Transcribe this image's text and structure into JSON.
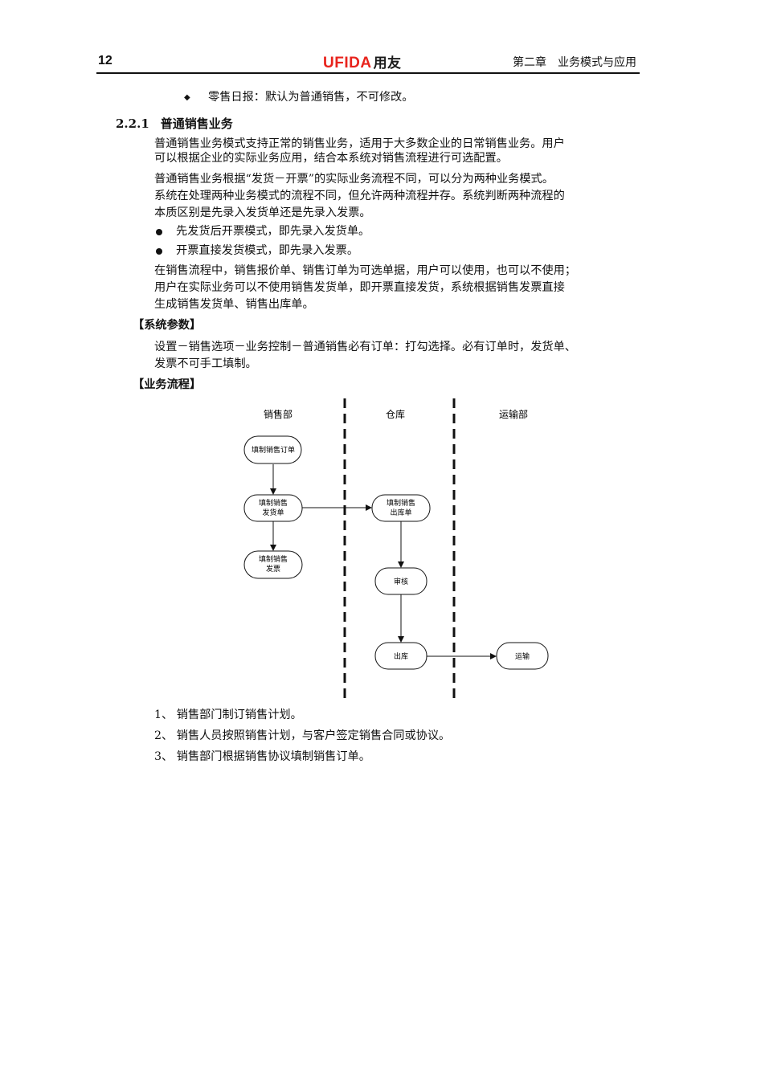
{
  "header": {
    "page_number": "12",
    "logo_latin": "UFIDA",
    "logo_cn": "用友",
    "chapter": "第二章　业务模式与应用"
  },
  "top_bullet": "零售日报：默认为普通销售，不可修改。",
  "section": {
    "number": "2.2.1",
    "title": "普通销售业务"
  },
  "paragraph_lines": [
    "普通销售业务模式支持正常的销售业务，适用于大多数企业的日常销售业务。用户",
    "可以根据企业的实际业务应用，结合本系统对销售流程进行可选配置。",
    "普通销售业务根据“发货－开票”的实际业务流程不同，可以分为两种业务模式。",
    "系统在处理两种业务模式的流程不同，但允许两种流程并存。系统判断两种流程的",
    "本质区别是先录入发货单还是先录入发票。"
  ],
  "mode_bullets": [
    "先发货后开票模式，即先录入发货单。",
    "开票直接发货模式，即先录入发票。"
  ],
  "paragraph2_lines": [
    "在销售流程中，销售报价单、销售订单为可选单据，用户可以使用，也可以不使用；",
    "用户在实际业务可以不使用销售发货单，即开票直接发货，系统根据销售发票直接",
    "生成销售发货单、销售出库单。"
  ],
  "system_params": {
    "label": "【系统参数】",
    "lines": [
      "设置－销售选项－业务控制－普通销售必有订单：打勾选择。必有订单时，发货单、",
      "发票不可手工填制。"
    ]
  },
  "flow": {
    "label": "【业务流程】",
    "lanes": [
      "销售部",
      "仓库",
      "运输部"
    ],
    "nodes": {
      "order": "填制销售订单",
      "delivery_1": "填制销售",
      "delivery_2": "发货单",
      "invoice_1": "填制销售",
      "invoice_2": "发票",
      "outbound_1": "填制销售",
      "outbound_2": "出库单",
      "audit": "审核",
      "out": "出库",
      "transport": "运输"
    }
  },
  "steps": [
    "1、 销售部门制订销售计划。",
    "2、 销售人员按照销售计划，与客户签定销售合同或协议。",
    "3、 销售部门根据销售协议填制销售订单。"
  ]
}
